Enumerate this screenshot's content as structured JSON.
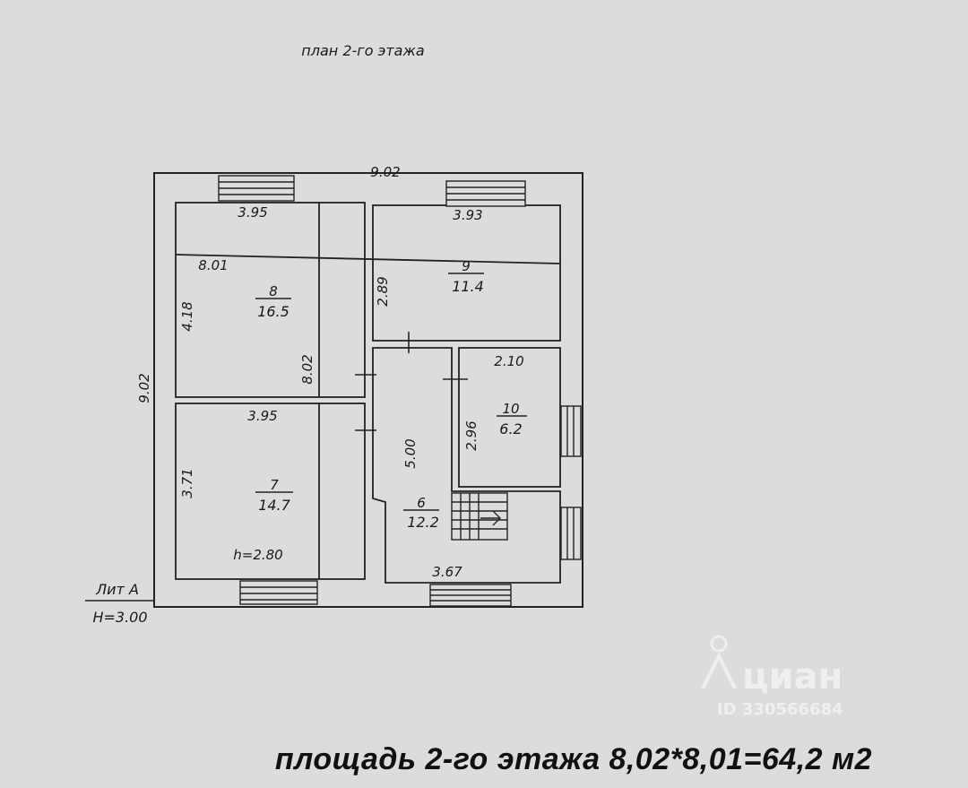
{
  "plan": {
    "title": "план 2-го этажа",
    "outer_width_label": "9.02",
    "outer_height_label": "9.02",
    "lit_label": "Лит А",
    "height_label": "H=3.00",
    "footer": "площадь 2-го этажа 8,02*8,01=64,2 м2"
  },
  "dimensions": {
    "top_left_width": "3.95",
    "left_section_width": "8.01",
    "room8_height": "4.18",
    "left_section_height": "8.02",
    "room7_width": "3.95",
    "room7_height": "3.71",
    "room7_ceiling": "h=2.80",
    "top_right_width": "3.93",
    "room9_height": "2.89",
    "room10_width": "2.10",
    "room10_height": "2.96",
    "room6_height": "5.00",
    "room6_width": "3.67"
  },
  "rooms": [
    {
      "number": "8",
      "area": "16.5"
    },
    {
      "number": "9",
      "area": "11.4"
    },
    {
      "number": "10",
      "area": "6.2"
    },
    {
      "number": "7",
      "area": "14.7"
    },
    {
      "number": "6",
      "area": "12.2"
    }
  ],
  "watermark": {
    "brand": "циан",
    "id": "ID 330566684"
  }
}
